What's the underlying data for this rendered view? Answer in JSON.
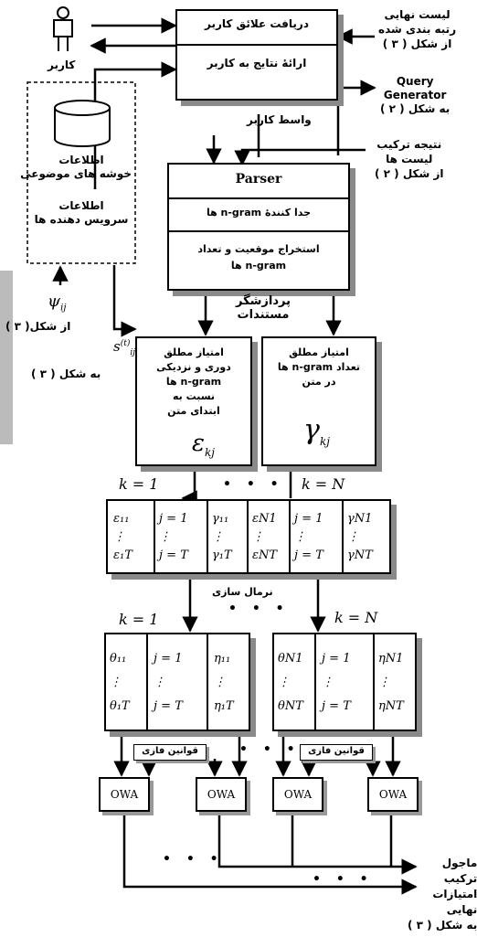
{
  "interface": {
    "receive_interests": "دریافت علائق کاربر",
    "present_results": "ارائهٔ نتایج به کاربر",
    "caption": "واسط کاربر"
  },
  "user_label": "کاربر",
  "right_labels": {
    "ranked_list": [
      "لیست نهایی",
      "رتبه بندی شده",
      "از شکل ( ۳ )"
    ],
    "query_gen": [
      "Query",
      "Generator",
      "به شکل ( ۲ )"
    ],
    "combine_result": [
      "نتیجه ترکیب",
      "لیست ها",
      "از شکل ( ۲ )"
    ],
    "final_scores": [
      "ماجول",
      "ترکیب",
      "امتیازات",
      "نهایی",
      "به شکل ( ۳ )"
    ]
  },
  "db": {
    "clusters": [
      "اطلاعات",
      "خوشه های موضوعی"
    ],
    "providers": [
      "اطلاعات",
      "سرویس دهنده ها"
    ]
  },
  "left_labels": {
    "psi": "ψ",
    "psi_sub": "ij",
    "from_fig": "از شکل( ۳ )",
    "s": "s",
    "s_sup": "(t)",
    "s_sub": "ij",
    "to_fig": "به شکل ( ۳ )"
  },
  "parser": {
    "title": "Parser",
    "row1": "جدا کنندهٔ n-gram ها",
    "row2": [
      "استخراج موقعیت و تعداد",
      "n-gram ها"
    ]
  },
  "doc_processor": [
    "پردازشگر",
    "مستندات"
  ],
  "score_left": {
    "lines": [
      "امتیاز مطلق",
      "دوری و نزدیکی",
      "n-gram ها",
      "نسبت به",
      "ابتدای متن"
    ],
    "symbol": "ε",
    "sub": "kj"
  },
  "score_right": {
    "lines": [
      "امتیاز مطلق",
      "تعداد n-gram ها",
      "در متن"
    ],
    "symbol": "γ",
    "sub": "kj"
  },
  "k_labels": {
    "k1": "k = 1",
    "kN": "k = N",
    "dots": "• • •"
  },
  "table1": {
    "c1": [
      "ε₁₁",
      "⋮",
      "ε₁T"
    ],
    "c2": [
      "j = 1",
      "⋮",
      "j = T"
    ],
    "c3": [
      "γ₁₁",
      "⋮",
      "γ₁T"
    ]
  },
  "table2": {
    "c1": [
      "εN1",
      "⋮",
      "εNT"
    ],
    "c2": [
      "j = 1",
      "⋮",
      "j = T"
    ],
    "c3": [
      "γN1",
      "⋮",
      "γNT"
    ]
  },
  "normalization": "نرمال سازی",
  "table3": {
    "c1": [
      "θ₁₁",
      "⋮",
      "θ₁T"
    ],
    "c2": [
      "j = 1",
      "⋮",
      "j = T"
    ],
    "c3": [
      "η₁₁",
      "⋮",
      "η₁T"
    ]
  },
  "table4": {
    "c1": [
      "θN1",
      "⋮",
      "θNT"
    ],
    "c2": [
      "j = 1",
      "⋮",
      "j = T"
    ],
    "c3": [
      "ηN1",
      "⋮",
      "ηNT"
    ]
  },
  "fuzzy_rules": "قوانین فازی",
  "owa": "OWA"
}
